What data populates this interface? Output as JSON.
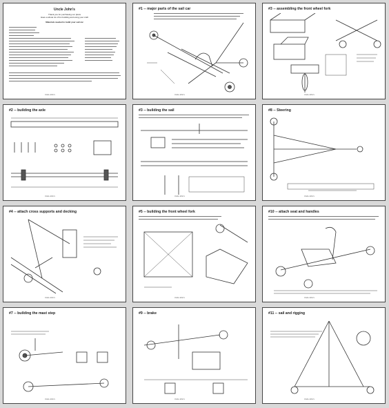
{
  "pages": [
    {
      "header": "Uncle John's",
      "subtitle": "Thank you for purchasing our plans",
      "tagline": "Have a whole lot of fun building and using your craft",
      "section": "Materials needed to build your sail car",
      "footer": "Uncle John's"
    },
    {
      "title": "#1 -- major parts of the sail car",
      "footer": "Uncle John's"
    },
    {
      "title": "#3 -- assembling the front wheel fork",
      "footer": "Uncle John's"
    },
    {
      "title": "#2 -- building the axle",
      "footer": "Uncle John's"
    },
    {
      "title": "#3 -- building the sail",
      "footer": "Uncle John's"
    },
    {
      "title": "#8 -- Steering",
      "footer": "Uncle John's"
    },
    {
      "title": "#4 -- attach cross supports and decking",
      "footer": "Uncle John's"
    },
    {
      "title": "#5 -- building the front wheel fork",
      "footer": "Uncle John's"
    },
    {
      "title": "#10 -- attach seat and handles",
      "footer": "Uncle John's"
    },
    {
      "title": "#7 -- building the mast step",
      "footer": "Uncle John's"
    },
    {
      "title": "#9 -- brake",
      "footer": "Uncle John's"
    },
    {
      "title": "#11 -- sail and rigging",
      "footer": "Uncle John's"
    }
  ]
}
